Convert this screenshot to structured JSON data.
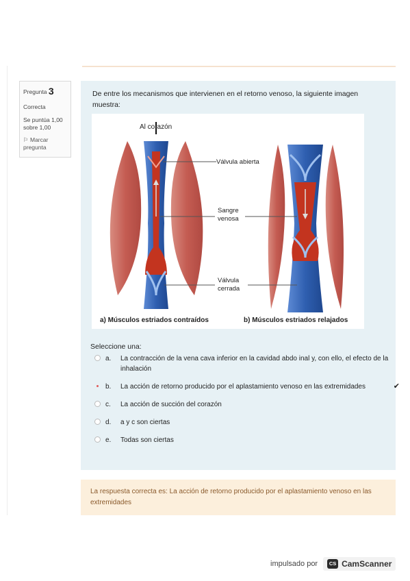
{
  "question_info": {
    "label": "Pregunta",
    "number": "3",
    "state": "Correcta",
    "grade_line1": "Se puntúa 1,00",
    "grade_line2": "sobre 1,00",
    "flag_line1": "Marcar",
    "flag_line2": "pregunta",
    "flag_icon": "flag-icon"
  },
  "question": {
    "text": "De entre los mecanismos que intervienen en el retorno venoso, la siguiente imagen muestra:",
    "prompt": "Seleccione una:"
  },
  "figure": {
    "label_heart": "Al corazón",
    "label_open_valve": "Válvula abierta",
    "label_blood_1": "Sangre",
    "label_blood_2": "venosa",
    "label_closed_valve_1": "Válvula",
    "label_closed_valve_2": "cerrada",
    "caption_a": "a) Músculos estriados contraídos",
    "caption_b": "b) Músculos estriados relajados"
  },
  "answers": [
    {
      "letter": "a.",
      "text": "La contracción de la vena cava inferior en la cavidad abdo inal y, con ello, el efecto de la inhalación",
      "selected": false
    },
    {
      "letter": "b.",
      "text": "La acción de retorno producido por el aplastamiento venoso en las extremidades",
      "selected": true,
      "check": "✔"
    },
    {
      "letter": "c.",
      "text": "La acción de succión del corazón",
      "selected": false
    },
    {
      "letter": "d.",
      "text": "a y c son ciertas",
      "selected": false
    },
    {
      "letter": "e.",
      "text": "Todas son ciertas",
      "selected": false
    }
  ],
  "feedback": {
    "text": "La respuesta correcta es: La acción de retorno producido por el aplastamiento venoso en las extremidades"
  },
  "footer": {
    "powered_by": "impulsado por",
    "logo_text": "CS",
    "brand": "CamScanner"
  },
  "colors": {
    "question_bg": "#e7f1f5",
    "feedback_bg": "#fcefdc",
    "feedback_text": "#8a5a2c",
    "muscle": "#c96a60",
    "vein": "#2f5fb0",
    "blood": "#c3341f"
  }
}
